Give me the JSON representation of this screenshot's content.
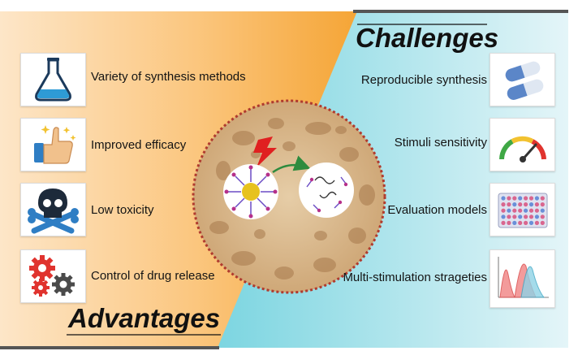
{
  "titles": {
    "challenges": "Challenges",
    "advantages": "Advantages"
  },
  "advantages": [
    {
      "label": "Variety of synthesis methods",
      "icon": "flask-icon"
    },
    {
      "label": "Improved efficacy",
      "icon": "thumbs-up-icon"
    },
    {
      "label": "Low toxicity",
      "icon": "skull-crossbones-icon"
    },
    {
      "label": "Control of drug release",
      "icon": "gears-icon"
    }
  ],
  "challenges": [
    {
      "label": "Reproducible synthesis",
      "icon": "capsules-icon"
    },
    {
      "label": "Stimuli sensitivity",
      "icon": "gauge-icon"
    },
    {
      "label": "Evaluation models",
      "icon": "well-plate-icon"
    },
    {
      "label": "Multi-stimulation strageties",
      "icon": "histogram-icon"
    }
  ],
  "colors": {
    "advantages_bg_start": "#fde4c4",
    "advantages_bg_end": "#f6a93b",
    "challenges_bg_start": "#3ec4d4",
    "challenges_bg_end": "#e2f4f8",
    "stimulus_bolt": "#e02020",
    "arrow": "#2e8b3e",
    "bone_core": "#d9b990"
  }
}
